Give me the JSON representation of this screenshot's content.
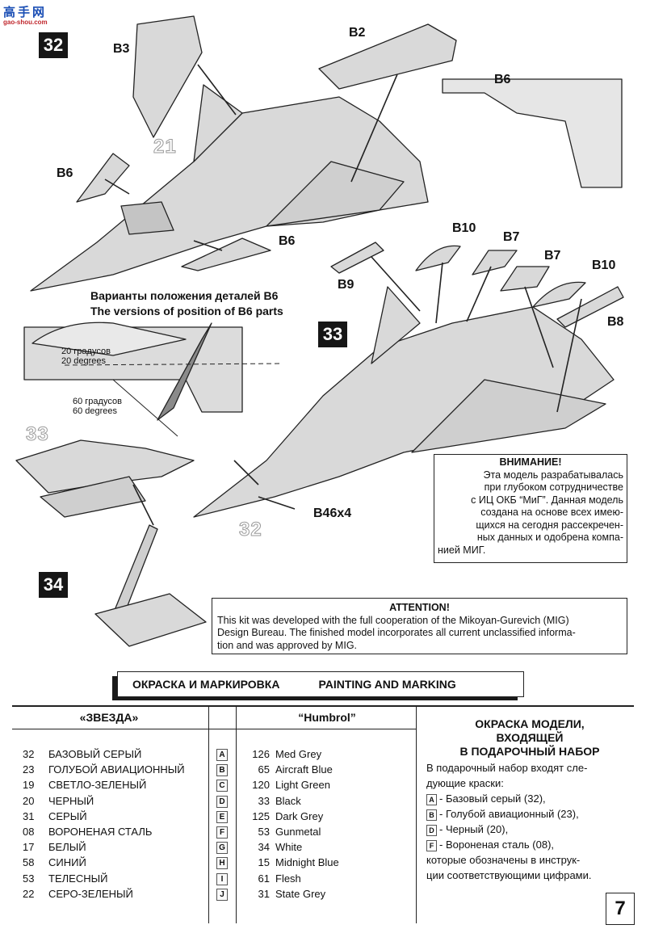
{
  "watermark": {
    "brand": "高手网",
    "url": "gao-shou.com"
  },
  "steps": {
    "s32": "32",
    "s33": "33",
    "s34": "34"
  },
  "ghost_numbers": {
    "g21": "21",
    "g33": "33",
    "g32": "32"
  },
  "parts": {
    "b3": "B3",
    "b2": "B2",
    "b6_top": "B6",
    "b6_left": "B6",
    "b6_right": "B6",
    "b10_a": "B10",
    "b7_a": "B7",
    "b7_b": "B7",
    "b10_b": "B10",
    "b9": "B9",
    "b8": "B8",
    "b46": "B46x4"
  },
  "b6_versions": {
    "ru": "Варианты положения деталей B6",
    "en": "The versions of position of B6 parts",
    "deg20_ru": "20 градусов",
    "deg20_en": "20 degrees",
    "deg60_ru": "60 градусов",
    "deg60_en": "60 degrees"
  },
  "notice_ru": {
    "title": "ВНИМАНИЕ!",
    "l1": "Эта модель разрабатывалась",
    "l2": "при глубоком сотрудничестве",
    "l3": "с ИЦ ОКБ “МиГ”. Данная модель",
    "l4": "создана на основе всех имею-",
    "l5": "щихся на сегодня рассекречен-",
    "l6": "ных данных и одобрена компа-",
    "l7": "нией МИГ."
  },
  "notice_en": {
    "title": "ATTENTION!",
    "l1": "This kit was developed with the full cooperation of the Mikoyan-Gurevich (MIG)",
    "l2": "Design Bureau. The finished model incorporates all current unclassified informa-",
    "l3": "tion and was approved by MIG."
  },
  "section": {
    "ru": "ОКРАСКА И МАРКИРОВКА",
    "en": "PAINTING AND MARKING"
  },
  "table": {
    "col_zvezda": "«ЗВЕЗДА»",
    "col_humbrol": "“Humbrol”",
    "rows": [
      {
        "num": "32",
        "ru": "БАЗОВЫЙ СЕРЫЙ",
        "letter": "A",
        "hnum": "126",
        "hname": "Med Grey"
      },
      {
        "num": "23",
        "ru": "ГОЛУБОЙ АВИАЦИОННЫЙ",
        "letter": "B",
        "hnum": "65",
        "hname": "Aircraft Blue"
      },
      {
        "num": "19",
        "ru": "СВЕТЛО-ЗЕЛЕНЫЙ",
        "letter": "C",
        "hnum": "120",
        "hname": "Light Green"
      },
      {
        "num": "20",
        "ru": "ЧЕРНЫЙ",
        "letter": "D",
        "hnum": "33",
        "hname": "Black"
      },
      {
        "num": "31",
        "ru": "СЕРЫЙ",
        "letter": "E",
        "hnum": "125",
        "hname": "Dark Grey"
      },
      {
        "num": "08",
        "ru": "ВОРОНЕНАЯ СТАЛЬ",
        "letter": "F",
        "hnum": "53",
        "hname": "Gunmetal"
      },
      {
        "num": "17",
        "ru": "БЕЛЫЙ",
        "letter": "G",
        "hnum": "34",
        "hname": "White"
      },
      {
        "num": "58",
        "ru": "СИНИЙ",
        "letter": "H",
        "hnum": "15",
        "hname": "Midnight Blue"
      },
      {
        "num": "53",
        "ru": "ТЕЛЕСНЫЙ",
        "letter": "I",
        "hnum": "61",
        "hname": "Flesh"
      },
      {
        "num": "22",
        "ru": "СЕРО-ЗЕЛЕНЫЙ",
        "letter": "J",
        "hnum": "31",
        "hname": "State Grey"
      }
    ]
  },
  "kit": {
    "title1": "ОКРАСКА МОДЕЛИ,",
    "title2": "ВХОДЯЩЕЙ",
    "title3": "В ПОДАРОЧНЫЙ НАБОР",
    "l1": "В подарочный набор входят сле-",
    "l2": "дующие краски:",
    "i1_letter": "A",
    "i1_text": "- Базовый серый (32),",
    "i2_letter": "B",
    "i2_text": "- Голубой авиационный (23),",
    "i3_letter": "D",
    "i3_text": "- Черный (20),",
    "i4_letter": "F",
    "i4_text": "- Вороненая сталь (08),",
    "l3": "которые обозначены в инструк-",
    "l4": "ции соответствующими цифрами."
  },
  "page_number": "7",
  "colors": {
    "part_fill": "#d9d9d9",
    "line": "#222222",
    "dark": "#161616",
    "band": "#bdbdbd"
  }
}
